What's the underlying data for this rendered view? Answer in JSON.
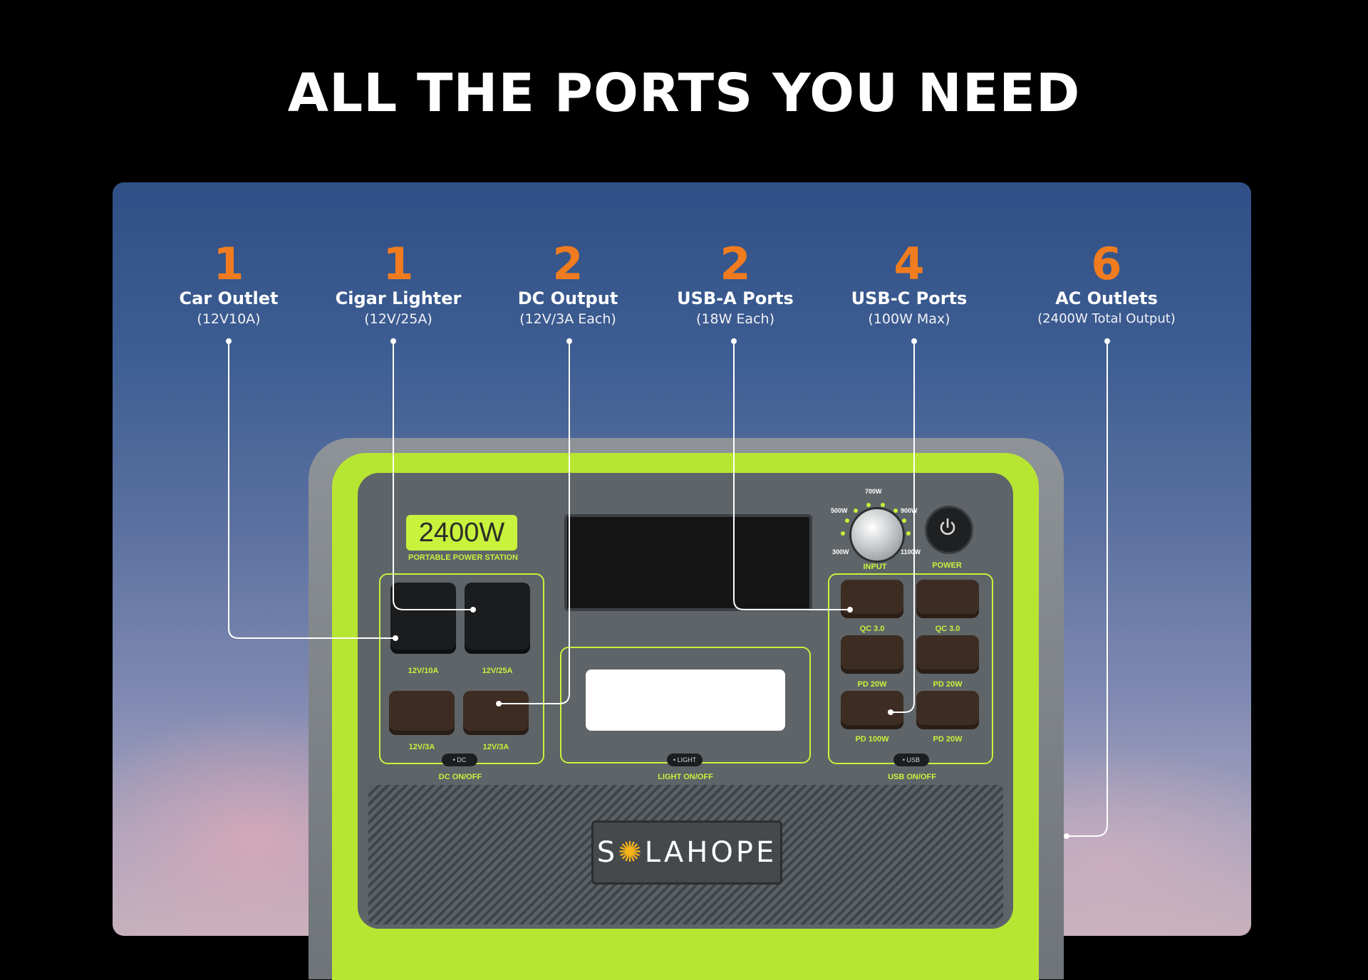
{
  "headline": "ALL THE PORTS YOU NEED",
  "colors": {
    "accent_orange": "#f07c1f",
    "device_lime": "#c8f23c",
    "background": "#000000"
  },
  "features": [
    {
      "count": "1",
      "name": "Car Outlet",
      "spec": "(12V10A)"
    },
    {
      "count": "1",
      "name": "Cigar Lighter",
      "spec": "(12V/25A)"
    },
    {
      "count": "2",
      "name": "DC Output",
      "spec": "(12V/3A Each)"
    },
    {
      "count": "2",
      "name": "USB-A Ports",
      "spec": "(18W Each)"
    },
    {
      "count": "4",
      "name": "USB-C Ports",
      "spec": "(100W Max)"
    },
    {
      "count": "6",
      "name": "AC Outlets",
      "spec": "(2400W Total Output)"
    }
  ],
  "device": {
    "badge": "2400W",
    "badge_sub": "PORTABLE POWER STATION",
    "knob_label": "INPUT",
    "knob_marks": [
      "500W",
      "700W",
      "900W",
      "300W",
      "1100W"
    ],
    "power_label": "POWER",
    "dc_ports": [
      "12V/10A",
      "12V/25A",
      "12V/3A",
      "12V/3A"
    ],
    "dc_button": "• DC",
    "dc_switch_label": "DC ON/OFF",
    "light_button": "• LIGHT",
    "light_switch_label": "LIGHT ON/OFF",
    "usb_ports": [
      "QC 3.0",
      "QC 3.0",
      "PD 20W",
      "PD 20W",
      "PD 100W",
      "PD 20W"
    ],
    "usb_button": "• USB",
    "usb_switch_label": "USB ON/OFF",
    "brand_left": "S",
    "brand_sun": "✺",
    "brand_right": "LAHOPE"
  }
}
